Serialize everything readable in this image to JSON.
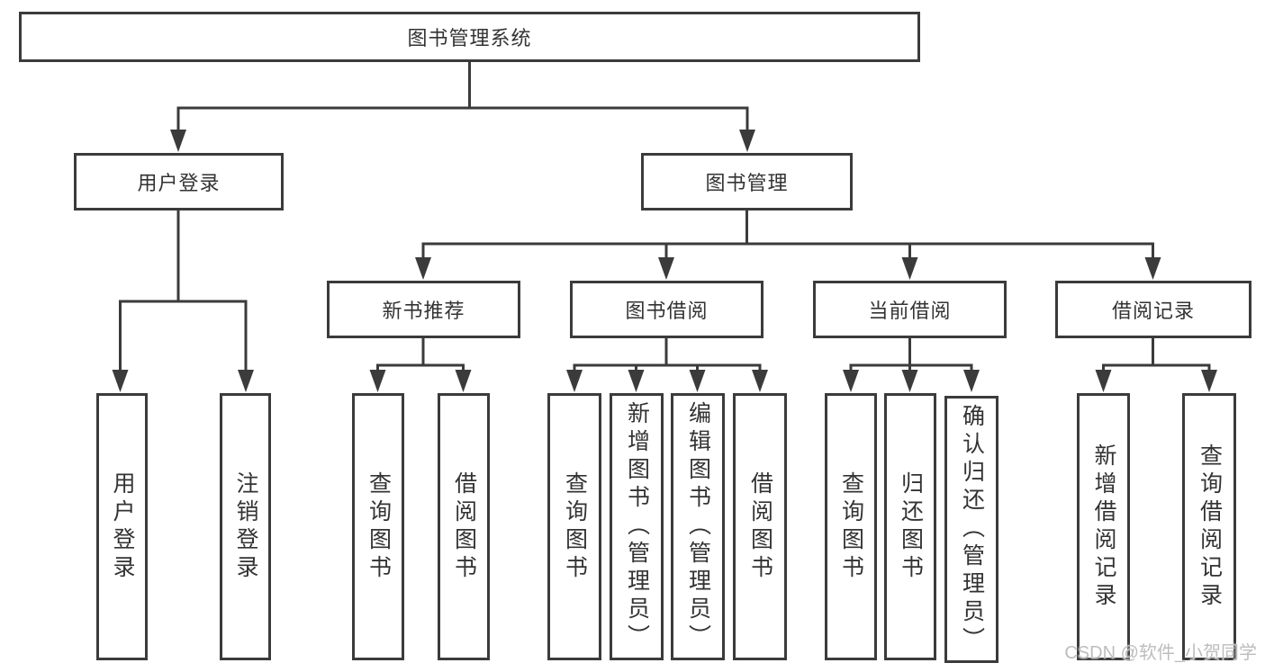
{
  "nodes": {
    "root": {
      "label": "图书管理系统"
    },
    "user_login": {
      "label": "用户登录"
    },
    "book_mgmt": {
      "label": "图书管理"
    },
    "new_book_rec": {
      "label": "新书推荐"
    },
    "book_borrow": {
      "label": "图书借阅"
    },
    "current_borrow": {
      "label": "当前借阅"
    },
    "borrow_records": {
      "label": "借阅记录"
    },
    "ul_login": {
      "label": "用户登录"
    },
    "ul_logout": {
      "label": "注销登录"
    },
    "nb_query": {
      "label": "查询图书"
    },
    "nb_borrow": {
      "label": "借阅图书"
    },
    "bb_query": {
      "label": "查询图书"
    },
    "bb_add": {
      "label": "新增图书（管理员）"
    },
    "bb_edit": {
      "label": "编辑图书（管理员）"
    },
    "bb_borrow": {
      "label": "借阅图书"
    },
    "cb_query": {
      "label": "查询图书"
    },
    "cb_return": {
      "label": "归还图书"
    },
    "cb_confirm": {
      "label": "确认归还（管理员）"
    },
    "br_add": {
      "label": "新增借阅记录"
    },
    "br_query": {
      "label": "查询借阅记录"
    }
  },
  "hierarchy": {
    "root": [
      "user_login",
      "book_mgmt"
    ],
    "user_login": [
      "ul_login",
      "ul_logout"
    ],
    "book_mgmt": [
      "new_book_rec",
      "book_borrow",
      "current_borrow",
      "borrow_records"
    ],
    "new_book_rec": [
      "nb_query",
      "nb_borrow"
    ],
    "book_borrow": [
      "bb_query",
      "bb_add",
      "bb_edit",
      "bb_borrow"
    ],
    "current_borrow": [
      "cb_query",
      "cb_return",
      "cb_confirm"
    ],
    "borrow_records": [
      "br_add",
      "br_query"
    ]
  },
  "watermark": {
    "text": "CSDN @软件_小贺同学"
  },
  "colors": {
    "line": "#3b3b3b",
    "text": "#333333",
    "watermark": "#bdbdbd",
    "background": "#ffffff"
  }
}
